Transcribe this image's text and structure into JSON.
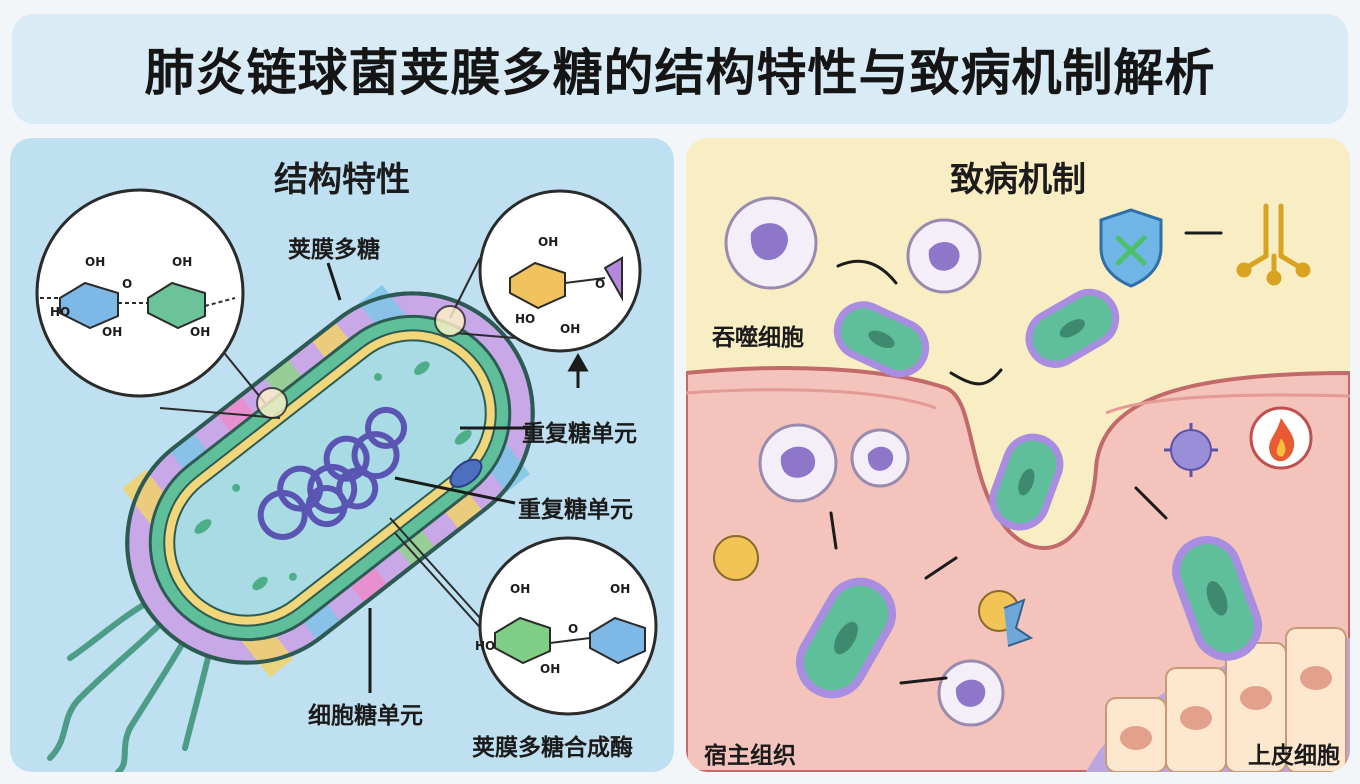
{
  "title": "肺炎链球菌荚膜多糖的结构特性与致病机制解析",
  "structure_panel": {
    "heading": "结构特性",
    "labels": {
      "capsule": "荚膜多糖",
      "repeat_unit_upper": "重复糖单元",
      "repeat_unit_lower": "重复糖单元",
      "cell_sugar_unit": "细胞糖单元",
      "synthase": "荚膜多糖合成酶"
    },
    "sugar_groups": [
      "OH",
      "HO",
      "O"
    ]
  },
  "pathogenesis_panel": {
    "heading": "致病机制",
    "labels": {
      "phagocyte": "吞噬细胞",
      "host_tissue": "宿主组织",
      "epithelial": "上皮细胞"
    }
  },
  "icons": [
    "shield-icon",
    "antibody-icon",
    "fire-icon",
    "virus-icon",
    "phagocyte-cell-icon",
    "bacterium-icon"
  ],
  "colors": {
    "title_bg": "#d9ecf6",
    "left_panel_bg": "#bfe0f0",
    "right_panel_bg": "#f9edc4",
    "bacterium_green": "#5fbf9a",
    "capsule_purple": "#a98de0",
    "phagocyte_purple": "#8e77c9",
    "tissue_pink": "#f4c4bc"
  }
}
